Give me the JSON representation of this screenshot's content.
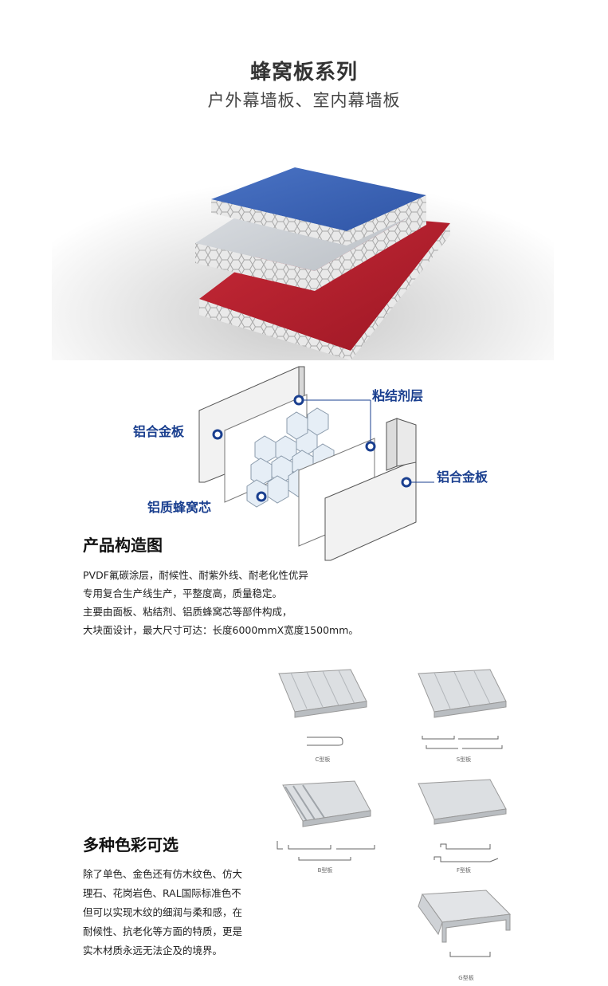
{
  "header": {
    "title": "蜂窝板系列",
    "subtitle": "户外幕墙板、室内幕墙板"
  },
  "diagram": {
    "labels": {
      "left_panel": "铝合金板",
      "adhesive": "粘结剂层",
      "right_panel": "铝合金板",
      "core": "铝质蜂窝芯"
    }
  },
  "structure": {
    "title": "产品构造图",
    "lines": [
      "PVDF氟碳涂层，耐候性、耐紫外线、耐老化性优异",
      "专用复合生产线生产，平整度高，质量稳定。",
      "主要由面板、粘结剂、铝质蜂窝芯等部件构成，",
      "大块面设计，最大尺寸可达：长度6000mmX宽度1500mm。"
    ]
  },
  "colors_section": {
    "title": "多种色彩可选",
    "lines": [
      "除了单色、金色还有仿木纹色、仿大",
      "理石、花岗岩色、RAL国际标准色不",
      "但可以实现木纹的细润与柔和感，在",
      "耐候性、抗老化等方面的特质，更是",
      "实木材质永远无法企及的境界。"
    ]
  },
  "profiles": [
    {
      "caption": "C型板"
    },
    {
      "caption": "S型板"
    },
    {
      "caption": "B型板"
    },
    {
      "caption": "F型板"
    },
    {
      "caption": "G型板"
    }
  ],
  "palette": {
    "blue_panel": "#3a63b5",
    "red_panel": "#b81f2e",
    "label_blue": "#1a3f8f"
  }
}
